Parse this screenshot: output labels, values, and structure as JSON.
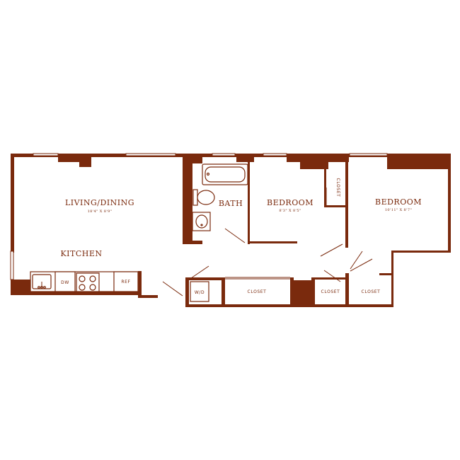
{
  "rooms": {
    "living_dining": {
      "name": "LIVING/DINING",
      "dims": "18'4\" X 8'9\""
    },
    "kitchen": {
      "name": "KITCHEN"
    },
    "bath": {
      "name": "BATH"
    },
    "bedroom_1": {
      "name": "BEDROOM",
      "dims": "8'3\" X 8'5\""
    },
    "bedroom_2": {
      "name": "BEDROOM",
      "dims": "10'11\" X 8'7\""
    }
  },
  "labels": {
    "closet_main": "CLOSET",
    "closet_center": "CLOSET",
    "closet_right": "CLOSET",
    "closet_bedroom": "CLOSET",
    "washer_dryer": "W/D",
    "dishwasher": "DW",
    "refrigerator": "REF"
  },
  "colors": {
    "wall": "#7a2a0d",
    "background": "#ffffff"
  }
}
